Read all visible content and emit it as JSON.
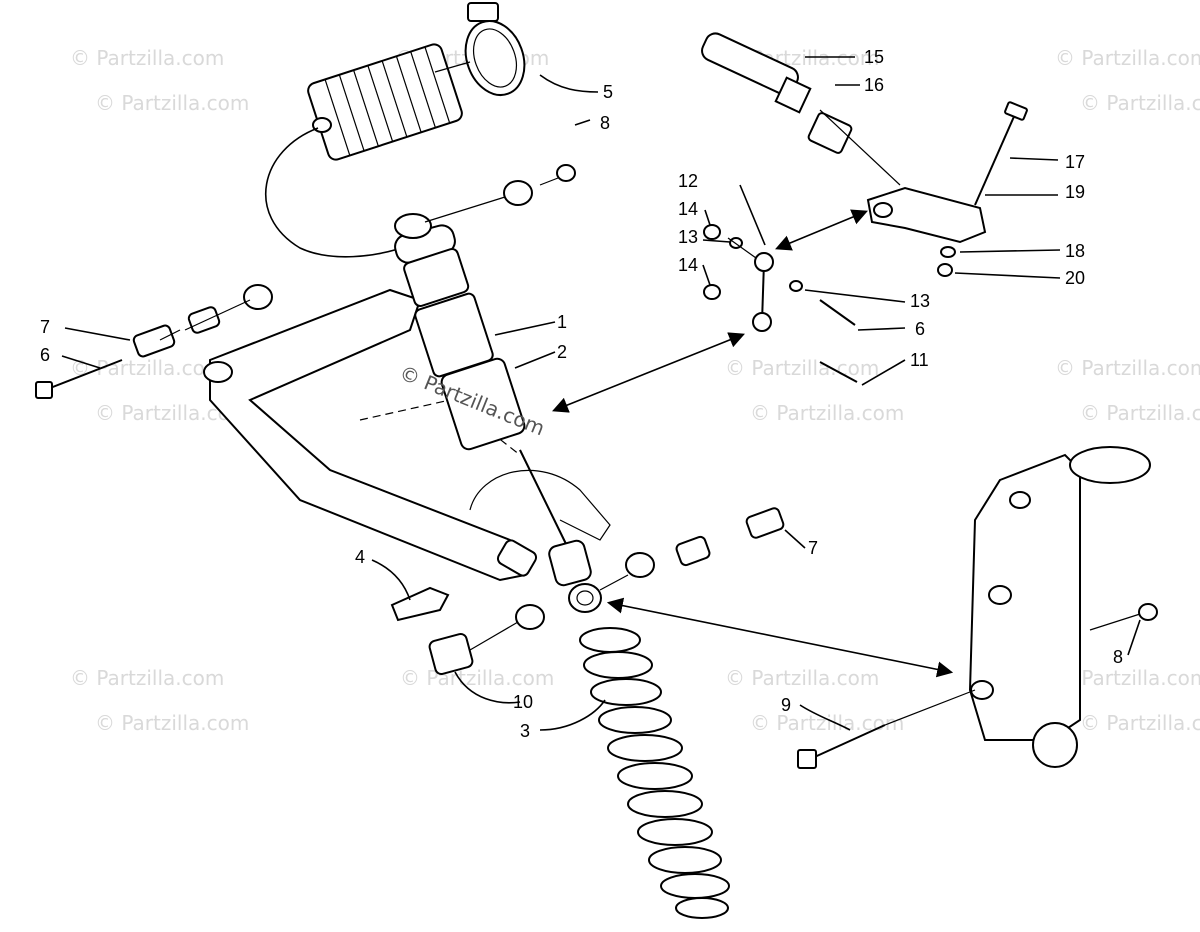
{
  "watermark": "© Partzilla.com",
  "center_watermark": "© Partzilla.com",
  "callouts": [
    "15",
    "16",
    "5",
    "8",
    "17",
    "19",
    "12",
    "14",
    "13",
    "14",
    "18",
    "20",
    "13",
    "6",
    "1",
    "7",
    "2",
    "6",
    "11",
    "7",
    "4",
    "8",
    "10",
    "9",
    "3"
  ]
}
